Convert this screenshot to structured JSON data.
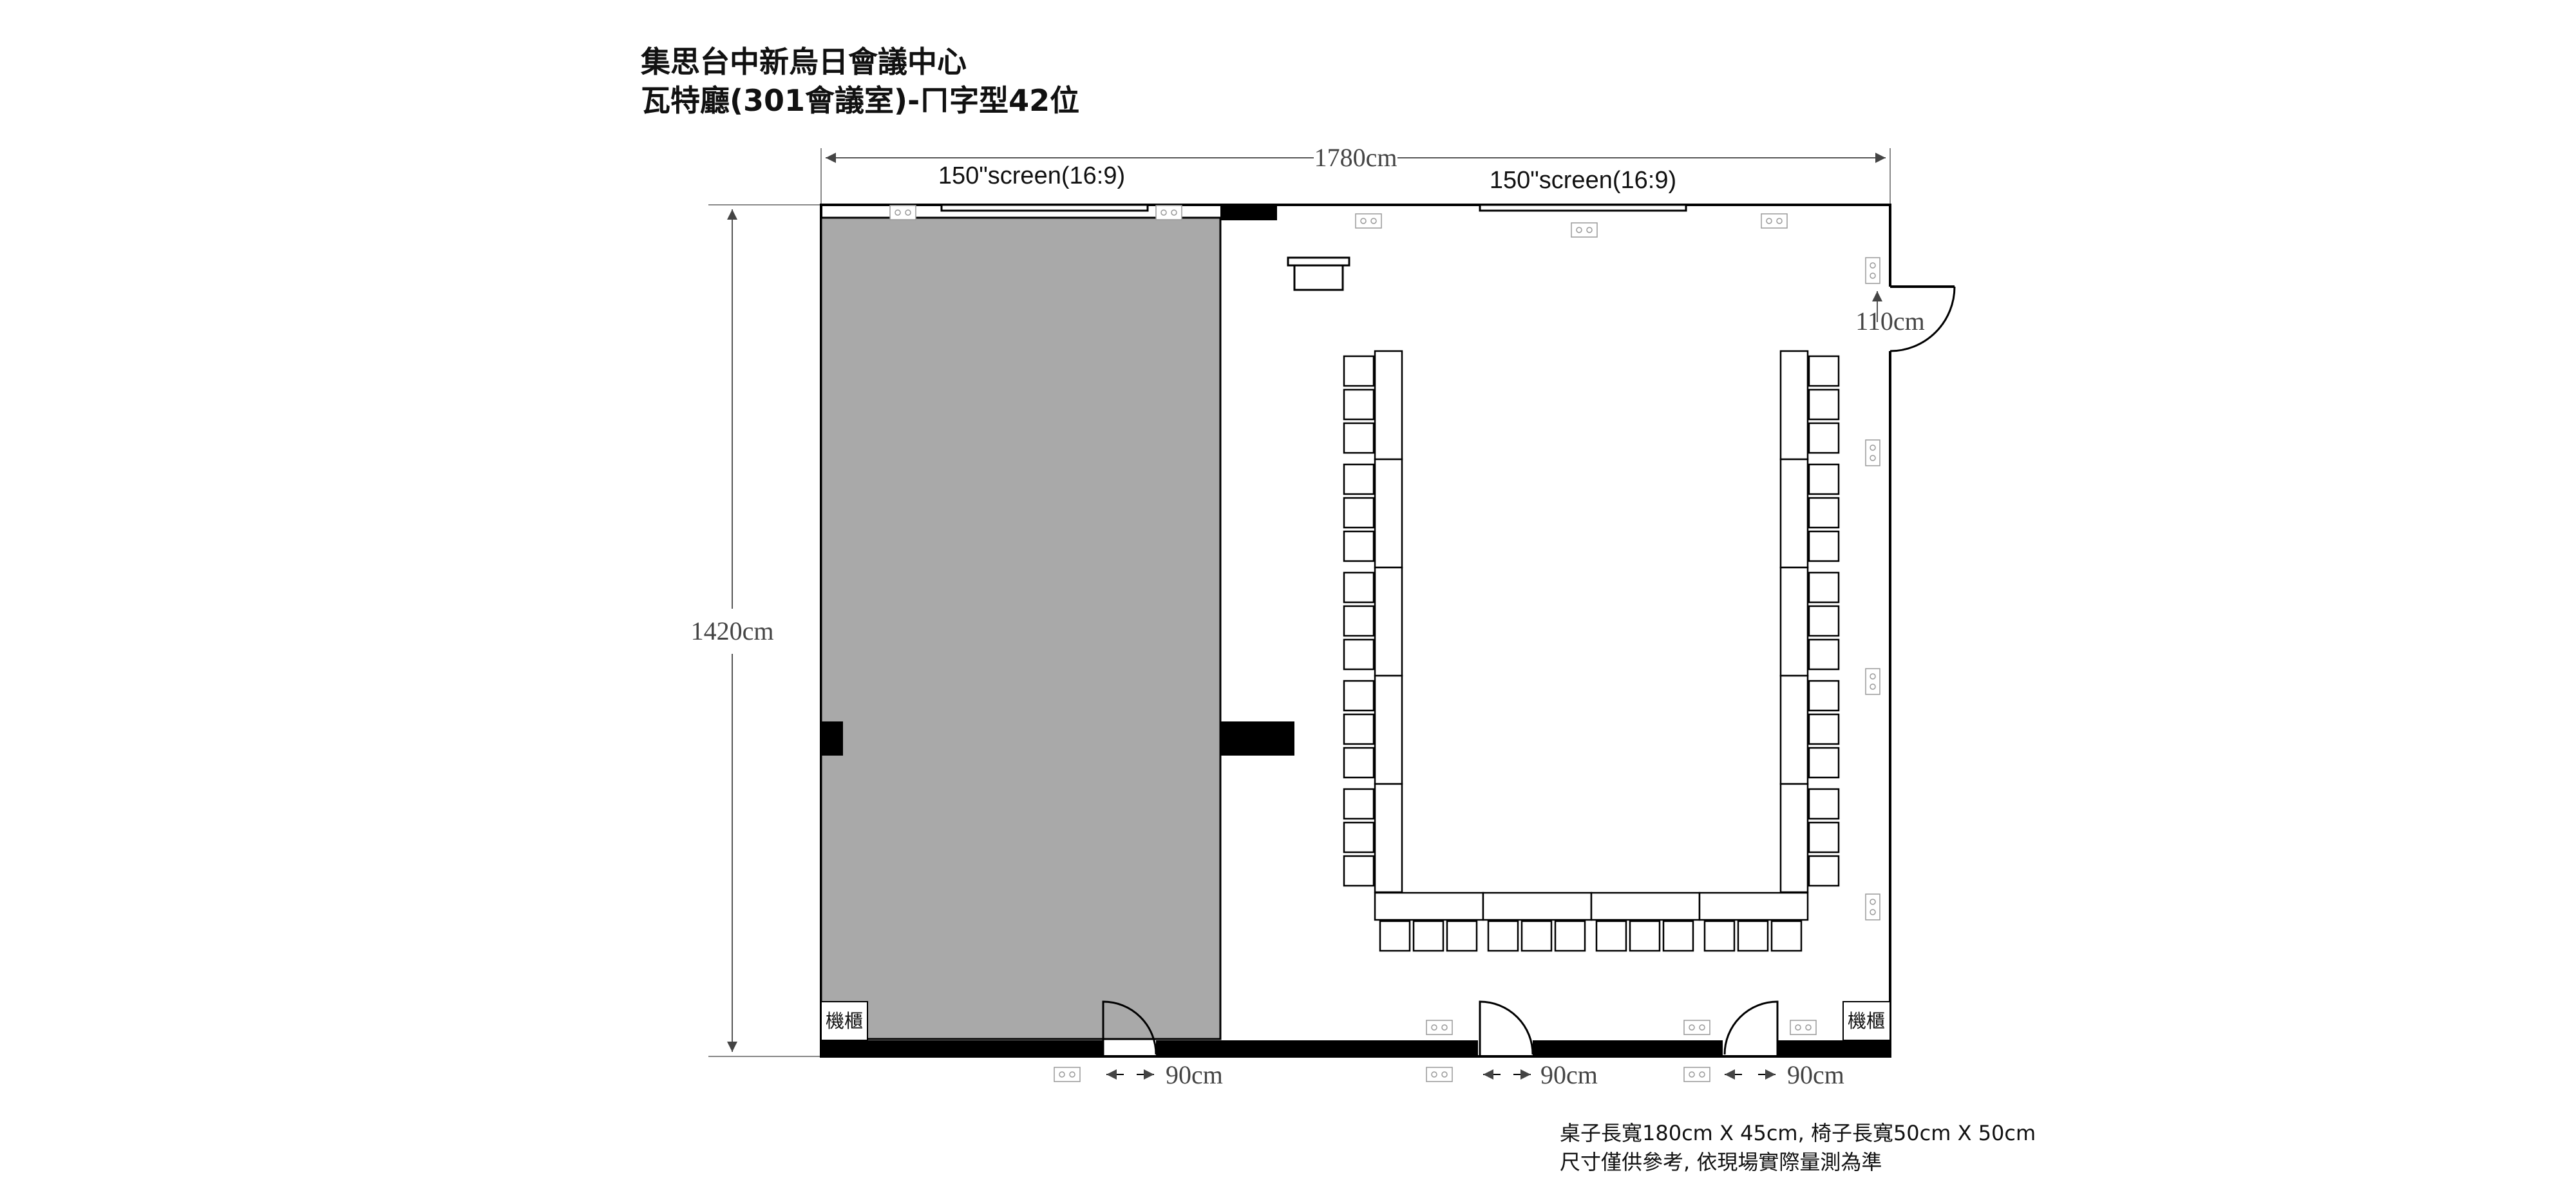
{
  "title": {
    "line1": "集思台中新烏日會議中心",
    "line2": "瓦特廳(301會議室)-ㄇ字型42位"
  },
  "dimensions": {
    "width_label": "1780cm",
    "height_label": "1420cm",
    "door_right_label": "110cm",
    "door_bottom_labels": [
      "90cm",
      "90cm",
      "90cm"
    ]
  },
  "screens": {
    "left_label": "150\"screen(16:9)",
    "right_label": "150\"screen(16:9)"
  },
  "cabinets": {
    "left_label": "機櫃",
    "right_label": "機櫃"
  },
  "notes": {
    "line1": "桌子長寬180cm X 45cm, 椅子長寬50cm X 50cm",
    "line2": "尺寸僅供參考, 依現場實際量測為準"
  },
  "layout": {
    "seat_count": 42,
    "left_column_seats": 15,
    "right_column_seats": 15,
    "bottom_row_seats": 12,
    "tables_per_side_column": 5,
    "tables_bottom_row": 4
  },
  "colors": {
    "shaded_area": "#a9a9a9",
    "walls": "#000000",
    "dimension_lines": "#555555"
  }
}
